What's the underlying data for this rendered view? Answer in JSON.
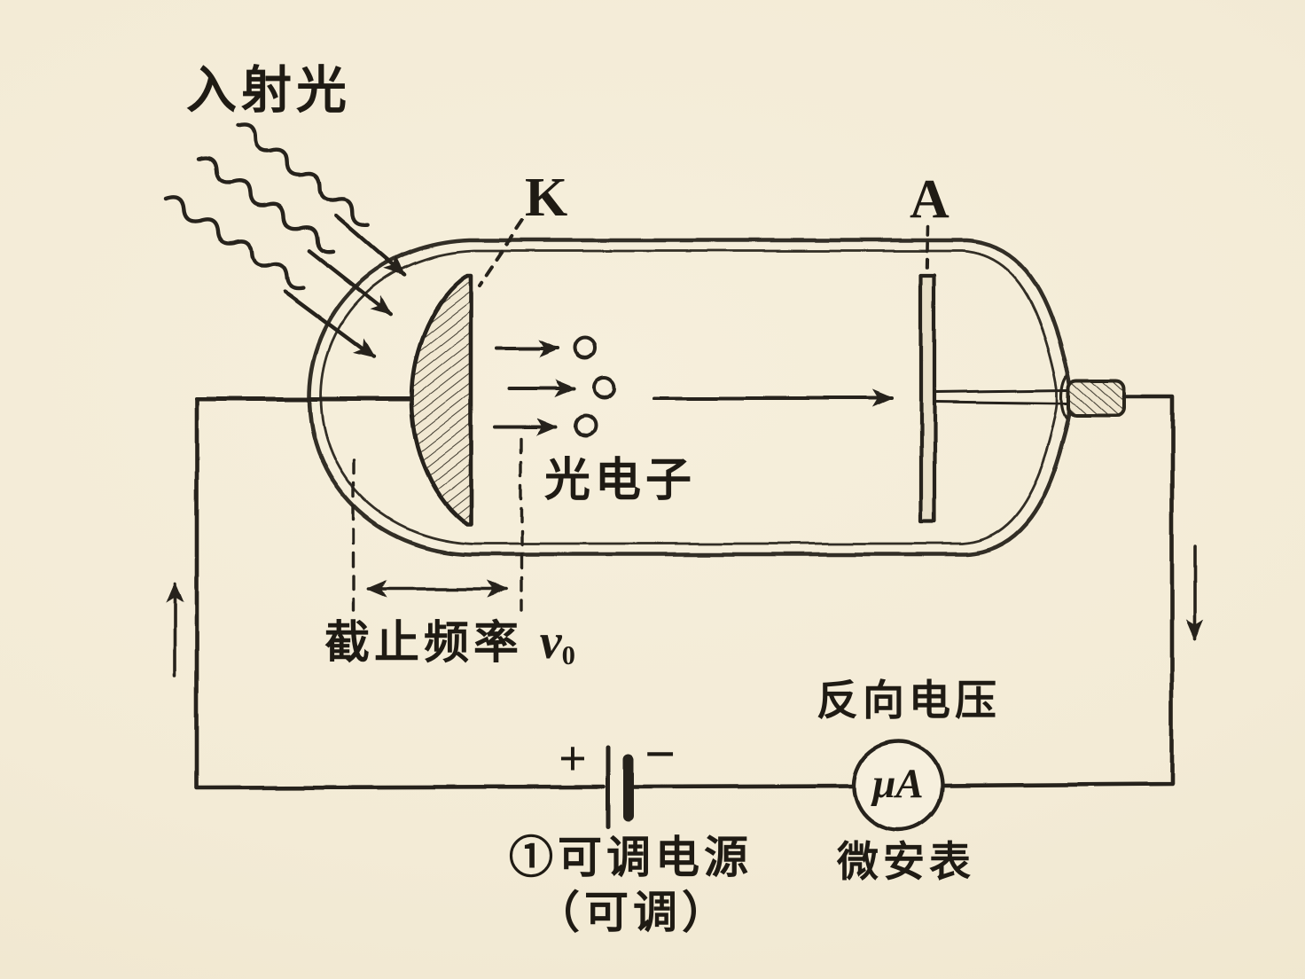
{
  "colors": {
    "paper": "#f4edda",
    "ink": "#25211a",
    "glass_stroke": "#332e25",
    "plate_fill": "#e9e0c9"
  },
  "light": {
    "label": "入射光"
  },
  "tube": {
    "cathode_label": "K",
    "anode_label": "A"
  },
  "electrons": {
    "label": "光电子"
  },
  "cutoff": {
    "label": "截止频率",
    "symbol": "ν",
    "subscript": "0"
  },
  "meter": {
    "top_label": "反向电压",
    "dial_text": "μA",
    "bottom_label": "微安表"
  },
  "battery": {
    "plus": "+",
    "minus": "−",
    "label": "①可调电源",
    "note": "（可调）"
  }
}
